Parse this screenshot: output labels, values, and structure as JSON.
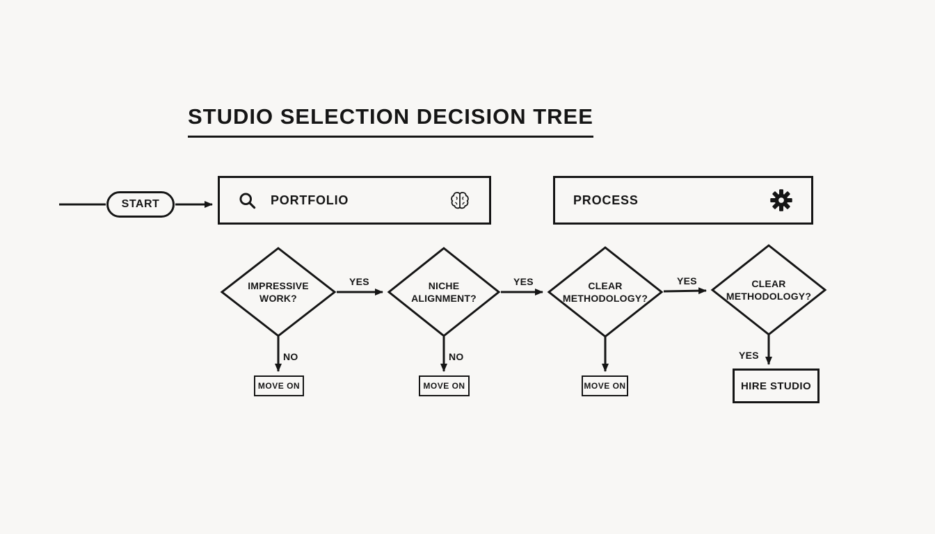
{
  "title": "STUDIO SELECTION DECISION TREE",
  "colors": {
    "ink": "#151515",
    "background": "#f8f7f5"
  },
  "start": {
    "label": "START"
  },
  "categories": [
    {
      "label": "PORTFOLIO",
      "left_icon": "search-icon",
      "right_icon": "brain-icon"
    },
    {
      "label": "PROCESS",
      "right_icon": "gear-icon"
    }
  ],
  "decisions": [
    {
      "question": "IMPRESSIVE WORK?"
    },
    {
      "question": "NICHE ALIGNMENT?"
    },
    {
      "question": "CLEAR METHODOLOGY?"
    },
    {
      "question": "CLEAR METHODOLOGY?"
    }
  ],
  "edge_labels": {
    "impressive_to_niche": "YES",
    "niche_to_methodology": "YES",
    "methodology_to_methodology2": "YES",
    "impressive_no": "NO",
    "niche_no": "NO",
    "methodology2_yes": "YES"
  },
  "outcomes": [
    {
      "label": "MOVE ON"
    },
    {
      "label": "MOVE ON"
    },
    {
      "label": "MOVE ON"
    },
    {
      "label": "HIRE STUDIO"
    }
  ]
}
